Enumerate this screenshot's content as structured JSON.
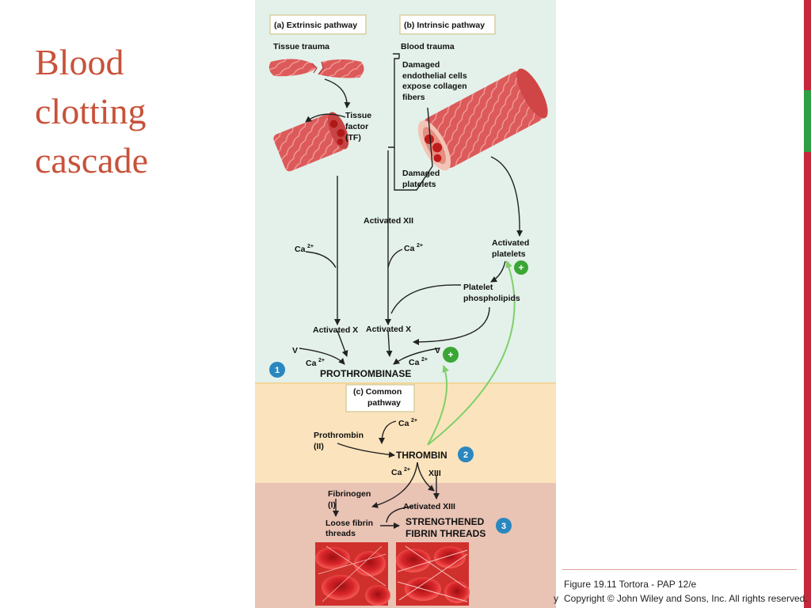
{
  "slide": {
    "title_lines": [
      "Blood",
      "clotting",
      "cascade"
    ],
    "caption_figure": "Figure 19.11  Tortora - PAP 12/e",
    "caption_copyright": "Copyright © John Wiley and Sons, Inc. All rights reserved.",
    "caption_fragment": "y"
  },
  "diagram": {
    "extrinsic_title": "(a) Extrinsic pathway",
    "intrinsic_title": "(b) Intrinsic pathway",
    "common_title_1": "(c) Common",
    "common_title_2": "pathway",
    "tissue_trauma": "Tissue trauma",
    "blood_trauma": "Blood trauma",
    "damaged_endo": [
      "Damaged",
      "endothelial cells",
      "expose collagen",
      "fibers"
    ],
    "tissue_factor": [
      "Tissue",
      "factor",
      "(TF)"
    ],
    "damaged_platelets": [
      "Damaged",
      "platelets"
    ],
    "activated_xii": "Activated XII",
    "ca": "Ca",
    "ca_sup": "2+",
    "activated_platelets": [
      "Activated",
      "platelets"
    ],
    "platelet_phospholipids": [
      "Platelet",
      "phospholipids"
    ],
    "activated_x": "Activated X",
    "v": "V",
    "prothrombinase": "PROTHROMBINASE",
    "prothrombin": [
      "Prothrombin",
      "(II)"
    ],
    "thrombin": "THROMBIN",
    "xiii": "XIII",
    "fibrinogen": [
      "Fibrinogen",
      "(I)"
    ],
    "activated_xiii": "Activated XIII",
    "loose_fibrin": [
      "Loose fibrin",
      "threads"
    ],
    "strengthened": [
      "STRENGTHENED",
      "FIBRIN THREADS"
    ],
    "plus": "+",
    "step_1": "1",
    "step_2": "2",
    "step_3": "3"
  },
  "colors": {
    "title": "#c8523a",
    "panel_top": "#e3f1ea",
    "panel_common": "#fbe4bd",
    "panel_bottom": "#e9c3b4",
    "step_badge": "#2a87bf",
    "plus_badge": "#3aa635",
    "feedback_arrow": "#7fd06a",
    "edge_red": "#c5283d",
    "edge_green": "#2ea043"
  }
}
